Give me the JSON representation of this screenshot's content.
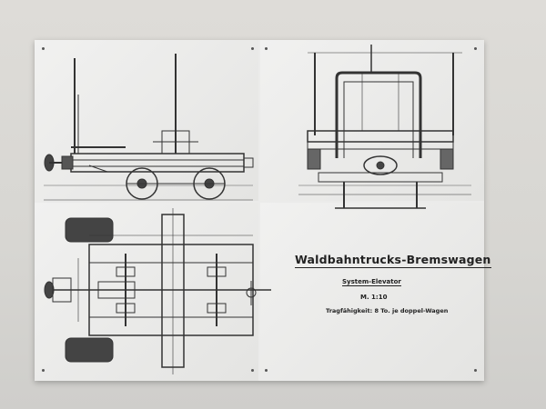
{
  "plan": {
    "title": "Waldbahntrucks-Bremswagen",
    "system": "System-Elevator",
    "scale": "M. 1:10",
    "capacity": "Tragfähigkeit: 8 To. je doppel-Wagen"
  }
}
